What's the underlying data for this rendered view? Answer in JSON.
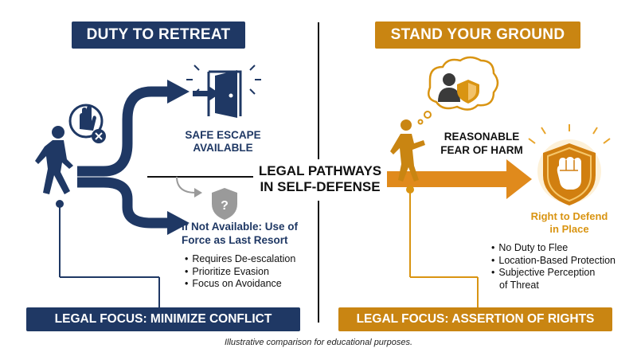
{
  "left": {
    "title": "DUTY TO RETREAT",
    "safe_escape": [
      "SAFE ESCAPE",
      "AVAILABLE"
    ],
    "fallback_title": [
      "If Not Available: Use of",
      "Force as Last Resort"
    ],
    "bullets": [
      "Requires De-escalation",
      "Prioritize Evasion",
      "Focus on Avoidance"
    ],
    "focus": "LEGAL FOCUS: MINIMIZE CONFLICT"
  },
  "center": {
    "title": [
      "LEGAL PATHWAYS",
      "IN SELF-DEFENSE"
    ]
  },
  "right": {
    "title": "STAND YOUR GROUND",
    "fear": [
      "REASONABLE",
      "FEAR OF HARM"
    ],
    "right_title": [
      "Right to Defend",
      "in Place"
    ],
    "bullets": [
      "No Duty to Flee",
      "Location-Based Protection",
      "Subjective Perception",
      "of Threat"
    ],
    "focus": "LEGAL FOCUS: ASSERTION OF RIGHTS"
  },
  "footer": "Illustrative comparison for educational purposes.",
  "colors": {
    "navy": "#1f3864",
    "orange": "#c98512",
    "gold": "#d99412"
  },
  "icons": [
    "walking-person-icon",
    "stop-hand-icon",
    "exit-door-icon",
    "question-shield-icon",
    "threat-thought-bubble-icon",
    "standing-person-icon",
    "fist-shield-icon"
  ]
}
